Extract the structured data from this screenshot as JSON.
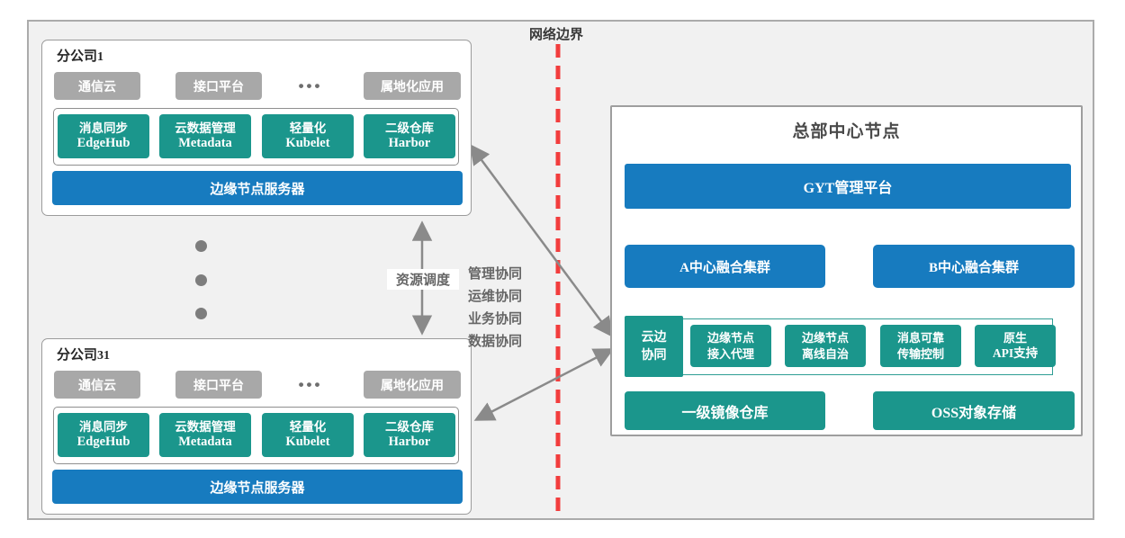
{
  "boundary": {
    "label": "网络边界"
  },
  "colors": {
    "teal": "#1B968C",
    "blue": "#177BBF",
    "chip_gray": "#A8A8A8",
    "boundary_red": "#F23D3D",
    "arrow_gray": "#8A8A8A"
  },
  "branches": [
    {
      "name": "分公司",
      "number": "1",
      "apps": [
        "通信云",
        "接口平台",
        "属地化应用"
      ],
      "ellipsis": "•••",
      "components": [
        {
          "zh": "消息同步",
          "en": "EdgeHub"
        },
        {
          "zh": "云数据管理",
          "en": "Metadata"
        },
        {
          "zh": "轻量化",
          "en": "Kubelet"
        },
        {
          "zh": "二级仓库",
          "en": "Harbor"
        }
      ],
      "server": "边缘节点服务器"
    },
    {
      "name": "分公司",
      "number": "31",
      "apps": [
        "通信云",
        "接口平台",
        "属地化应用"
      ],
      "ellipsis": "•••",
      "components": [
        {
          "zh": "消息同步",
          "en": "EdgeHub"
        },
        {
          "zh": "云数据管理",
          "en": "Metadata"
        },
        {
          "zh": "轻量化",
          "en": "Kubelet"
        },
        {
          "zh": "二级仓库",
          "en": "Harbor"
        }
      ],
      "server": "边缘节点服务器"
    }
  ],
  "links": {
    "resource_scheduling": "资源调度",
    "collaboration_lines": [
      "管理协同",
      "运维协同",
      "业务协同",
      "数据协同"
    ]
  },
  "headquarters": {
    "title": "总部中心节点",
    "platform": "GYT管理平台",
    "clusters": [
      "A中心融合集群",
      "B中心融合集群"
    ],
    "edge_cloud": {
      "line1": "云边",
      "line2": "协同",
      "features": [
        {
          "line1": "边缘节点",
          "line2": "接入代理"
        },
        {
          "line1": "边缘节点",
          "line2": "离线自治"
        },
        {
          "line1": "消息可靠",
          "line2": "传输控制"
        },
        {
          "line1": "原生",
          "line2": "API支持"
        }
      ]
    },
    "storage": [
      "一级镜像仓库",
      "OSS对象存储"
    ]
  }
}
